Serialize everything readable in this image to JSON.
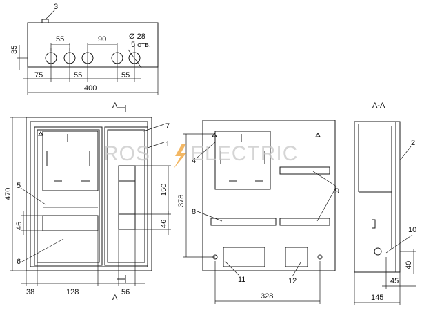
{
  "top_view": {
    "dims": {
      "height": "35",
      "hole_spacing_a": "55",
      "hole_spacing_b": "90",
      "hole_dia": "Ø 28",
      "hole_count": "5 отв.",
      "offset_left": "75",
      "hole_spacing_c": "55",
      "hole_spacing_d": "55",
      "total_width": "400"
    },
    "callouts": {
      "c3": "3"
    }
  },
  "front_view": {
    "section_mark": "А",
    "dims": {
      "height": "470",
      "left_margin": "38",
      "inner_width": "128",
      "breaker_width": "56",
      "window_height": "150",
      "panel_height_left": "46",
      "panel_height_right": "46"
    },
    "callouts": {
      "c1": "1",
      "c5": "5",
      "c6": "6",
      "c7": "7"
    }
  },
  "back_view": {
    "dims": {
      "height": "378",
      "width": "328"
    },
    "callouts": {
      "c4": "4",
      "c8": "8",
      "c9": "9",
      "c11": "11",
      "c12": "12"
    }
  },
  "section_view": {
    "title": "А-А",
    "dims": {
      "depth": "145",
      "offset": "45",
      "height": "40"
    },
    "callouts": {
      "c2": "2",
      "c10": "10"
    }
  },
  "watermark": {
    "left": "ROS",
    "right": "ELECTRIC",
    "accent_color": "#f0a030"
  }
}
